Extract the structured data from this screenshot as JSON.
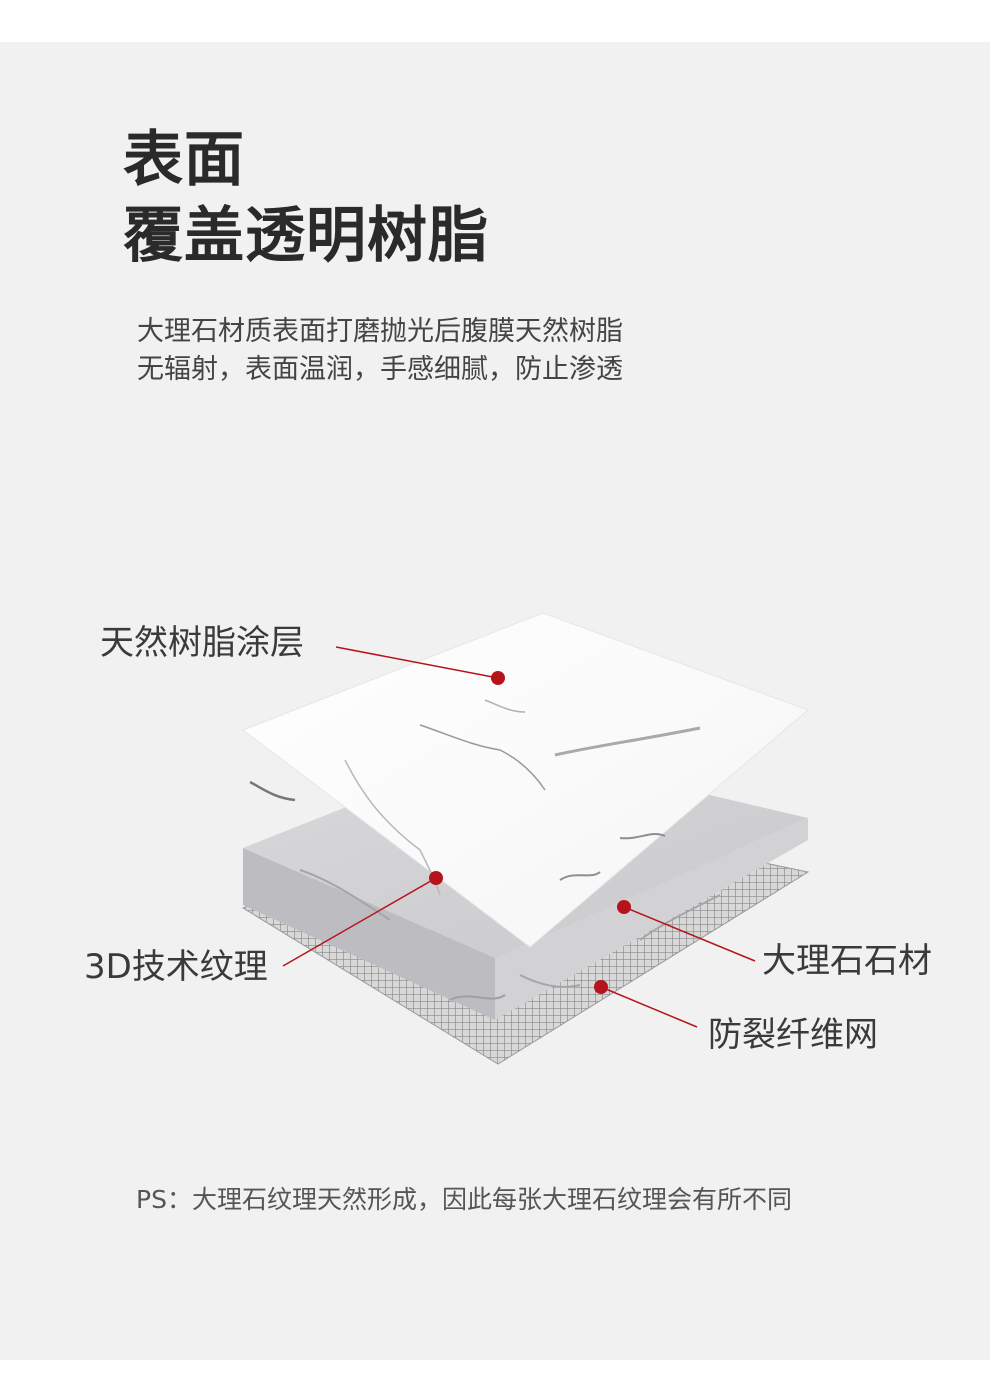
{
  "heading": {
    "line1": "表面",
    "line2": "覆盖透明树脂"
  },
  "description": {
    "line1": "大理石材质表面打磨抛光后腹膜天然树脂",
    "line2": "无辐射，表面温润，手感细腻，防止渗透"
  },
  "layers": {
    "resin_label": "天然树脂涂层",
    "texture_label": "3D技术纹理",
    "marble_label": "大理石石材",
    "mesh_label": "防裂纤维网"
  },
  "footnote": "PS：大理石纹理天然形成，因此每张大理石纹理会有所不同",
  "colors": {
    "background": "#f1f1f1",
    "heading": "#2a2a2a",
    "callout": "#b5141c"
  }
}
